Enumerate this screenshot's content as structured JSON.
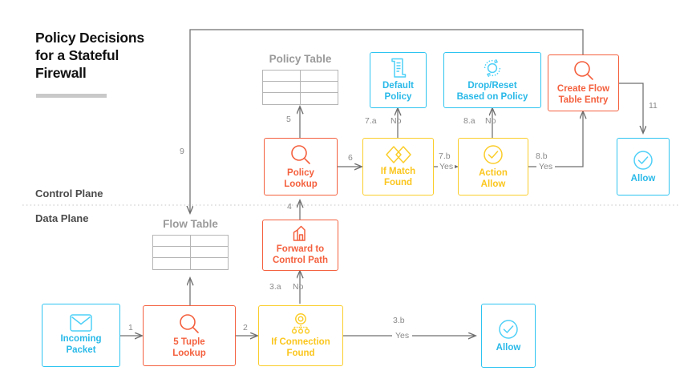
{
  "title": {
    "line1": "Policy Decisions",
    "line2": "for a Stateful",
    "line3": "Firewall"
  },
  "planes": {
    "control": "Control Plane",
    "data": "Data Plane"
  },
  "colors": {
    "cyan": "#2ec4f1",
    "red": "#f4603e",
    "yellow": "#fbcd2a",
    "edge": "#6f6f6f",
    "muted": "#9a9a9a"
  },
  "tables": [
    {
      "id": "policy-table",
      "title": "Policy Table",
      "rows": 3,
      "cols": 2
    },
    {
      "id": "flow-table",
      "title": "Flow Table",
      "rows": 3,
      "cols": 2
    }
  ],
  "nodes": [
    {
      "id": "incoming-packet",
      "label": "Incoming Packet",
      "line1": "Incoming",
      "line2": "Packet",
      "color": "cyan",
      "icon": "envelope-icon"
    },
    {
      "id": "five-tuple-lookup",
      "label": "5 Tuple Lookup",
      "line1": "5 Tuple",
      "line2": "Lookup",
      "color": "red",
      "icon": "magnifier-icon"
    },
    {
      "id": "if-connection-found",
      "label": "If Connection Found",
      "line1": "If Connection",
      "line2": "Found",
      "color": "yellow",
      "icon": "gear-hierarchy-icon"
    },
    {
      "id": "allow-data",
      "label": "Allow",
      "line1": "Allow",
      "line2": "",
      "color": "cyan",
      "icon": "check-circle-icon"
    },
    {
      "id": "forward-to-control",
      "label": "Forward to Control Path",
      "line1": "Forward to",
      "line2": "Control Path",
      "color": "red",
      "icon": "directions-icon"
    },
    {
      "id": "policy-lookup",
      "label": "Policy Lookup",
      "line1": "Policy",
      "line2": "Lookup",
      "color": "red",
      "icon": "magnifier-icon"
    },
    {
      "id": "if-match-found",
      "label": "If Match Found",
      "line1": "If Match",
      "line2": "Found",
      "color": "yellow",
      "icon": "diamonds-icon"
    },
    {
      "id": "action-allow",
      "label": "Action Allow",
      "line1": "Action",
      "line2": "Allow",
      "color": "yellow",
      "icon": "check-circle-icon"
    },
    {
      "id": "default-policy",
      "label": "Default Policy",
      "line1": "Default",
      "line2": "Policy",
      "color": "cyan",
      "icon": "document-icon"
    },
    {
      "id": "drop-reset",
      "label": "Drop/Reset Based on Policy",
      "line1": "Drop/Reset",
      "line2": "Based on Policy",
      "color": "cyan",
      "icon": "reset-icon"
    },
    {
      "id": "create-flow-entry",
      "label": "Create Flow Table Entry",
      "line1": "Create Flow",
      "line2": "Table Entry",
      "color": "red",
      "icon": "magnifier-icon"
    },
    {
      "id": "allow-control",
      "label": "Allow",
      "line1": "Allow",
      "line2": "",
      "color": "cyan",
      "icon": "check-circle-icon"
    }
  ],
  "edges": [
    {
      "id": "e1",
      "step": "1",
      "answer": "",
      "from": "incoming-packet",
      "to": "five-tuple-lookup"
    },
    {
      "id": "e2",
      "step": "2",
      "answer": "",
      "from": "five-tuple-lookup",
      "to": "if-connection-found"
    },
    {
      "id": "e3a",
      "step": "3.a",
      "answer": "No",
      "from": "if-connection-found",
      "to": "forward-to-control"
    },
    {
      "id": "e3b",
      "step": "3.b",
      "answer": "Yes",
      "from": "if-connection-found",
      "to": "allow-data"
    },
    {
      "id": "e4",
      "step": "4",
      "answer": "",
      "from": "forward-to-control",
      "to": "policy-lookup"
    },
    {
      "id": "e5",
      "step": "5",
      "answer": "",
      "from": "policy-lookup",
      "to": "policy-table"
    },
    {
      "id": "e6",
      "step": "6",
      "answer": "",
      "from": "policy-lookup",
      "to": "if-match-found"
    },
    {
      "id": "e7a",
      "step": "7.a",
      "answer": "No",
      "from": "if-match-found",
      "to": "default-policy"
    },
    {
      "id": "e7b",
      "step": "7.b",
      "answer": "Yes",
      "from": "if-match-found",
      "to": "action-allow"
    },
    {
      "id": "e8a",
      "step": "8.a",
      "answer": "No",
      "from": "action-allow",
      "to": "drop-reset"
    },
    {
      "id": "e8b",
      "step": "8.b",
      "answer": "Yes",
      "from": "action-allow",
      "to": "create-flow-entry"
    },
    {
      "id": "e9",
      "step": "9",
      "answer": "",
      "from": "create-flow-entry",
      "to": "flow-table"
    },
    {
      "id": "e10",
      "step": "",
      "answer": "",
      "from": "five-tuple-lookup",
      "to": "flow-table"
    },
    {
      "id": "e11",
      "step": "11",
      "answer": "",
      "from": "create-flow-entry",
      "to": "allow-control"
    }
  ]
}
